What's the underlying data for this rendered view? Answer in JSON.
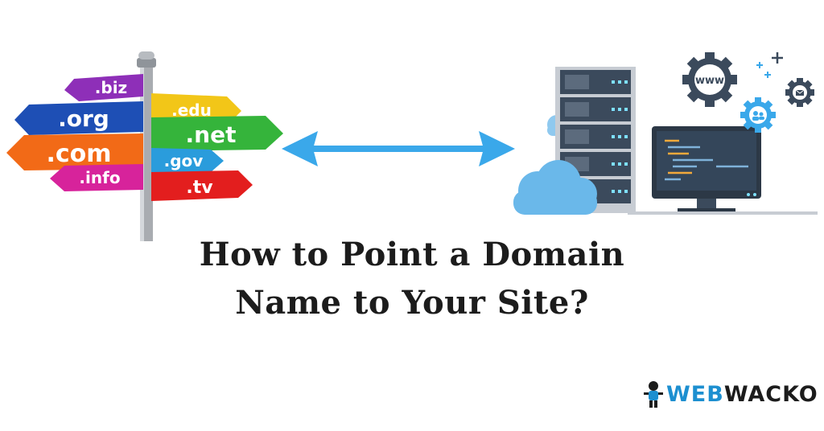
{
  "colors": {
    "biz": "#8e2fb8",
    "org": "#1e4fb5",
    "com": "#f26a17",
    "info": "#d7239b",
    "edu": "#f2c618",
    "net": "#35b43b",
    "gov": "#2a9cdc",
    "tv": "#e31e1e",
    "arrow": "#3aa8ea",
    "server": "#3b4a5c",
    "cloud": "#6ab8ea",
    "brand_blue": "#1d8fd0"
  },
  "signs": {
    "biz": ".biz",
    "org": ".org",
    "com": ".com",
    "info": ".info",
    "edu": ".edu",
    "net": ".net",
    "gov": ".gov",
    "tv": ".tv"
  },
  "gear_label": "www",
  "headline": {
    "line1": "How to Point a Domain",
    "line2": "Name to Your Site?"
  },
  "brand": {
    "part1": "WEB",
    "part2": "WACKO"
  }
}
